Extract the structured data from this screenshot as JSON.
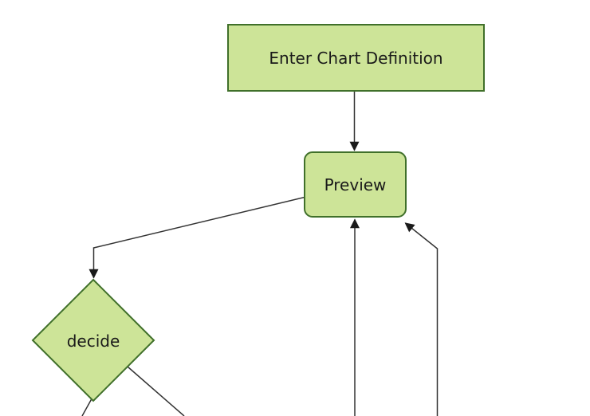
{
  "diagram": {
    "type": "flowchart",
    "direction": "top-down",
    "nodes": [
      {
        "id": "enter-chart-definition",
        "label": "Enter Chart Definition",
        "shape": "rectangle"
      },
      {
        "id": "preview",
        "label": "Preview",
        "shape": "rounded-rectangle"
      },
      {
        "id": "decide",
        "label": "decide",
        "shape": "diamond"
      }
    ],
    "edges": [
      {
        "from": "enter-chart-definition",
        "to": "preview",
        "arrow": true
      },
      {
        "from": "preview",
        "to": "decide",
        "arrow": true
      },
      {
        "from": "offscreen-bottom",
        "to": "preview",
        "arrow": true
      },
      {
        "from": "offscreen-bottom-right",
        "to": "preview",
        "arrow": true
      },
      {
        "from": "decide",
        "to": "offscreen-bottom-left",
        "arrow": false
      },
      {
        "from": "decide",
        "to": "offscreen-bottom-right",
        "arrow": false
      }
    ],
    "colors": {
      "node_fill": "#cde498",
      "node_border": "#40702a",
      "edge": "#333333",
      "arrowhead": "#1a1a1a",
      "text": "#1a1a1a",
      "background": "#ffffff"
    }
  }
}
